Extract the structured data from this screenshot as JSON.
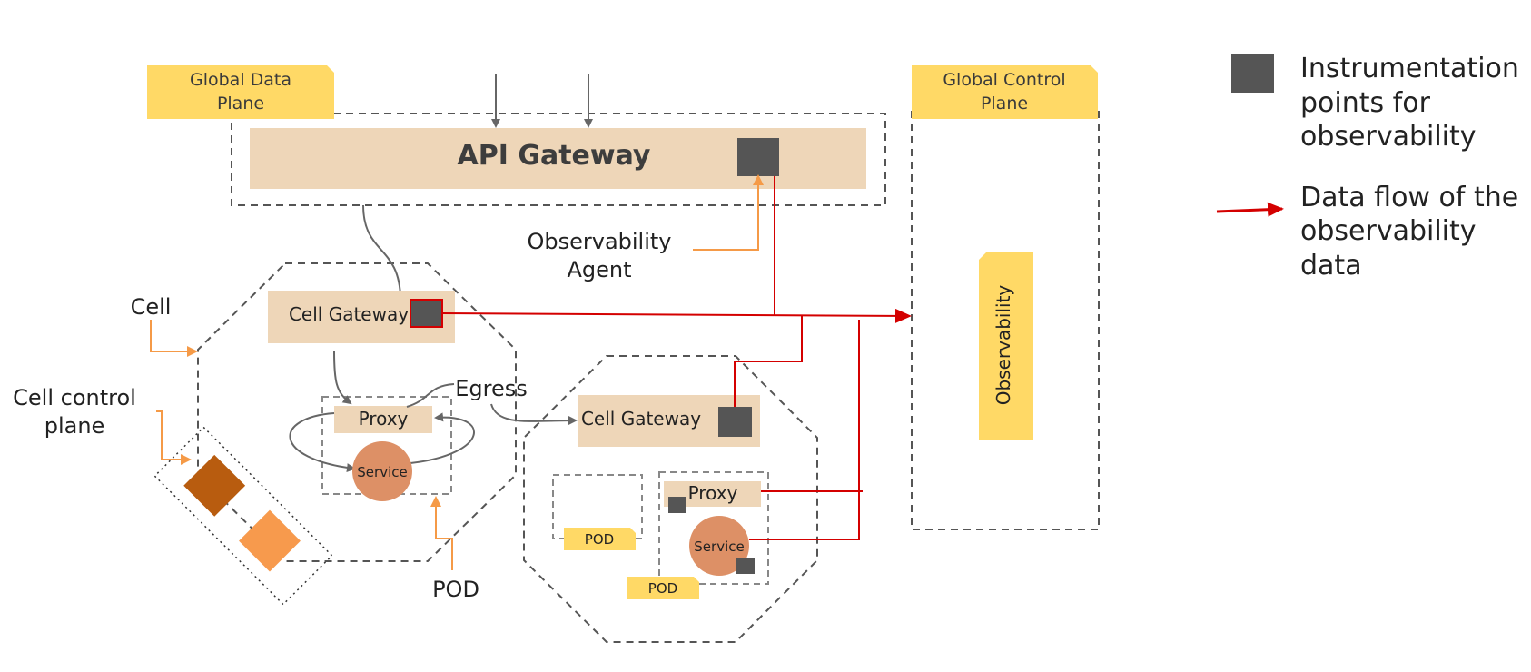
{
  "diagram": {
    "global_data_plane": {
      "tag": [
        "Global Data",
        "Plane"
      ]
    },
    "api_gateway": {
      "label": "API Gateway"
    },
    "observability_agent": {
      "label": [
        "Observability",
        "Agent"
      ]
    },
    "global_control_plane": {
      "tag": [
        "Global Control",
        "Plane"
      ]
    },
    "observability": {
      "label": "Observability"
    },
    "cell_1": {
      "cell_label": "Cell",
      "cell_control_plane_label": [
        "Cell control",
        "plane"
      ],
      "gateway_label": "Cell Gateway",
      "proxy_label": "Proxy",
      "service_label": "Service",
      "egress_label": "Egress",
      "pod_label": "POD"
    },
    "cell_2": {
      "gateway_label": "Cell Gateway",
      "proxy_label": "Proxy",
      "service_label": "Service",
      "pod_a_label": "POD",
      "pod_b_label": "POD"
    }
  },
  "legend": {
    "instrumentation": [
      "Instrumentation",
      "points for",
      "observability"
    ],
    "data_flow": [
      "Data flow of the",
      "observability",
      "data"
    ]
  },
  "colors": {
    "tag_yellow": "#ffd966",
    "gateway_beige": "#eed6b8",
    "service_orange": "#dd9066",
    "instrument_gray": "#555555",
    "flow_red": "#d40000",
    "pointer_orange": "#f59a47",
    "control_dark": "#b85c0f",
    "control_light": "#f79a4d",
    "line_gray": "#666666"
  }
}
